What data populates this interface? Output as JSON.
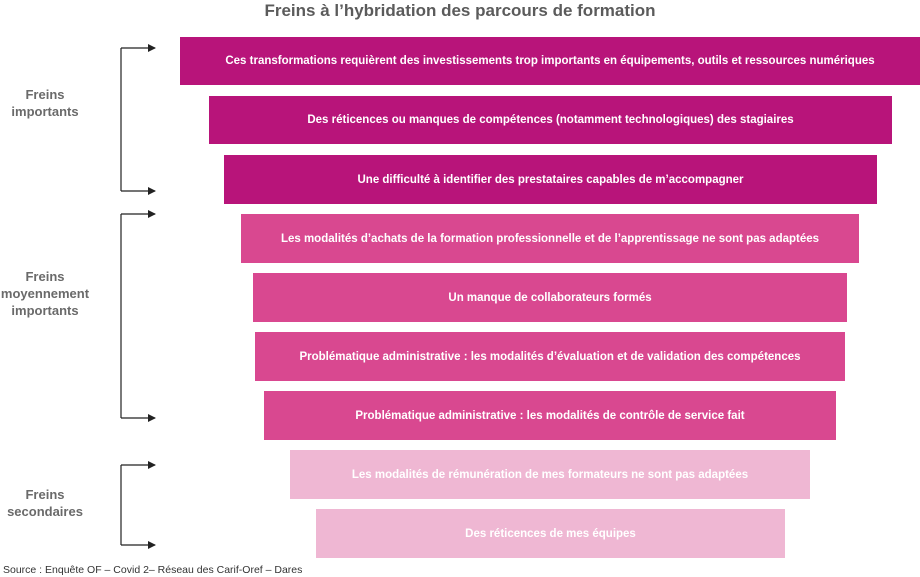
{
  "title": "Freins à l’hybridation des parcours de formation",
  "groups": [
    {
      "label_lines": [
        "Freins",
        "importants"
      ]
    },
    {
      "label_lines": [
        "Freins",
        "moyennement",
        "importants"
      ]
    },
    {
      "label_lines": [
        "Freins",
        "secondaires"
      ]
    }
  ],
  "bars": [
    {
      "text": "Ces transformations requièrent des investissements trop importants en équipements, outils et ressources numériques",
      "level": 1
    },
    {
      "text": "Des réticences ou manques de compétences (notamment technologiques) des stagiaires",
      "level": 1
    },
    {
      "text": "Une difficulté à identifier des prestataires capables de m’accompagner",
      "level": 1
    },
    {
      "text": "Les modalités d’achats de la formation professionnelle et de l’apprentissage ne sont pas adaptées",
      "level": 2
    },
    {
      "text": "Un manque de collaborateurs formés",
      "level": 2
    },
    {
      "text": "Problématique administrative : les modalités d’évaluation et de validation des compétences",
      "level": 2
    },
    {
      "text": "Problématique administrative : les modalités de contrôle de service fait",
      "level": 2
    },
    {
      "text": "Les modalités de rémunération de mes formateurs ne sont pas adaptées",
      "level": 3
    },
    {
      "text": "Des réticences de mes équipes",
      "level": 3
    }
  ],
  "colors": {
    "level_1": "#b8147a",
    "level_2": "#d94890",
    "level_3": "#efb7d3",
    "title": "#5b5b5b",
    "label": "#6a6a6a"
  },
  "source": "Source : Enquête OF – Covid 2– Réseau des Carif-Oref – Dares"
}
